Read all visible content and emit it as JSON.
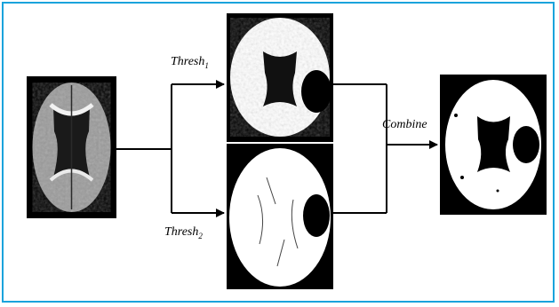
{
  "diagram": {
    "border_color": "#1aa3dc",
    "labels": {
      "thresh1_main": "Thresh",
      "thresh1_sub": "1",
      "thresh2_main": "Thresh",
      "thresh2_sub": "2",
      "combine": "Combine"
    },
    "images": [
      {
        "name": "input-fa-map",
        "description_icon": "brain-fa-scan"
      },
      {
        "name": "thresh1-result",
        "description_icon": "brain-threshold-1"
      },
      {
        "name": "thresh2-result",
        "description_icon": "brain-threshold-2"
      },
      {
        "name": "combined-result",
        "description_icon": "brain-combined"
      }
    ]
  }
}
